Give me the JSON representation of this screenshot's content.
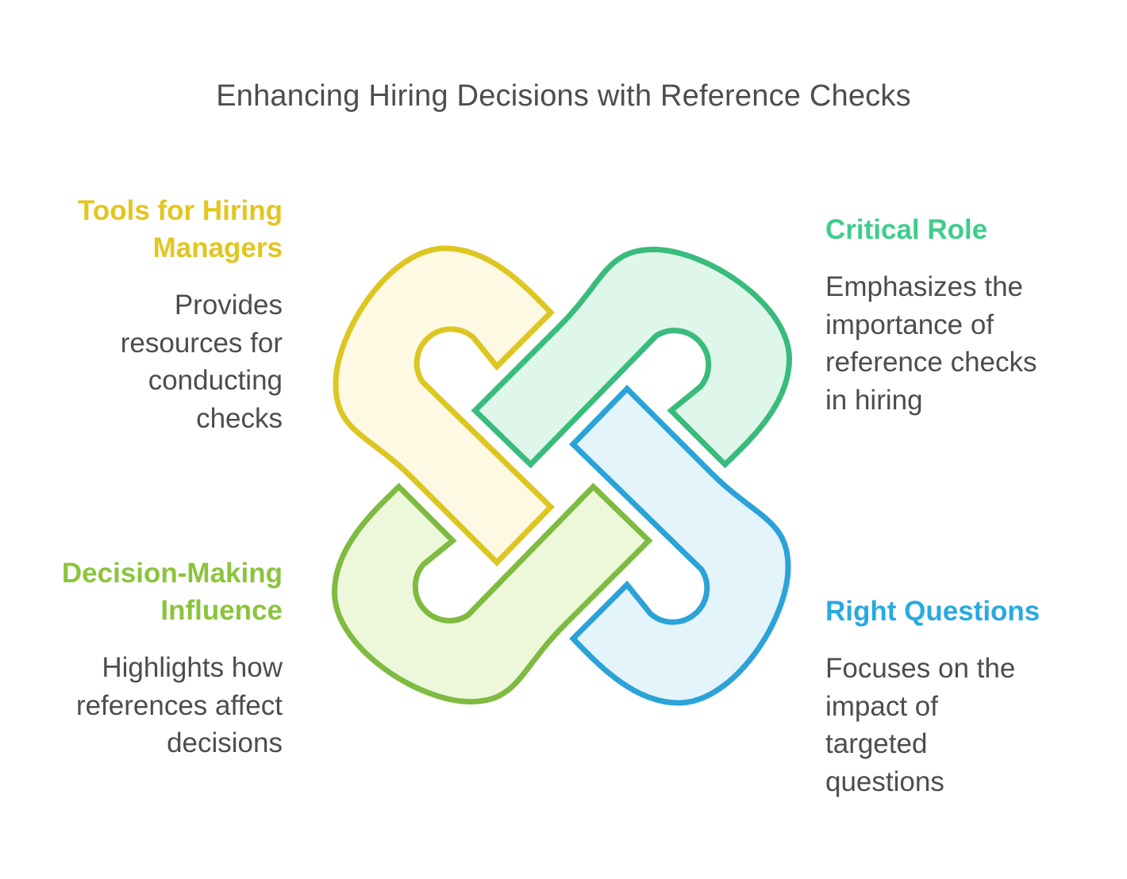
{
  "title": "Enhancing Hiring Decisions with Reference Checks",
  "text_color": "#4d4d4d",
  "quadrants": {
    "tools": {
      "heading": "Tools for Hiring\nManagers",
      "body": "Provides\nresources for\nconducting\nchecks",
      "heading_color": "#e2c620"
    },
    "critical": {
      "heading": "Critical Role",
      "body": "Emphasizes the\nimportance of\nreference checks\nin hiring",
      "heading_color": "#3ecd8c"
    },
    "decision": {
      "heading": "Decision-Making\nInfluence",
      "body": "Highlights how\nreferences affect\ndecisions",
      "heading_color": "#8bc43c"
    },
    "questions": {
      "heading": "Right Questions",
      "body": "Focuses on the\nimpact of\ntargeted\nquestions",
      "heading_color": "#29a9e1"
    }
  },
  "knot": {
    "shapes": {
      "tools": {
        "fill": "#fdf9e3",
        "stroke": "#ddc622"
      },
      "critical": {
        "fill": "#def7ea",
        "stroke": "#39bb7c"
      },
      "questions": {
        "fill": "#e4f4fb",
        "stroke": "#2ba3d8"
      },
      "decision": {
        "fill": "#edf8db",
        "stroke": "#7fba41"
      }
    }
  }
}
